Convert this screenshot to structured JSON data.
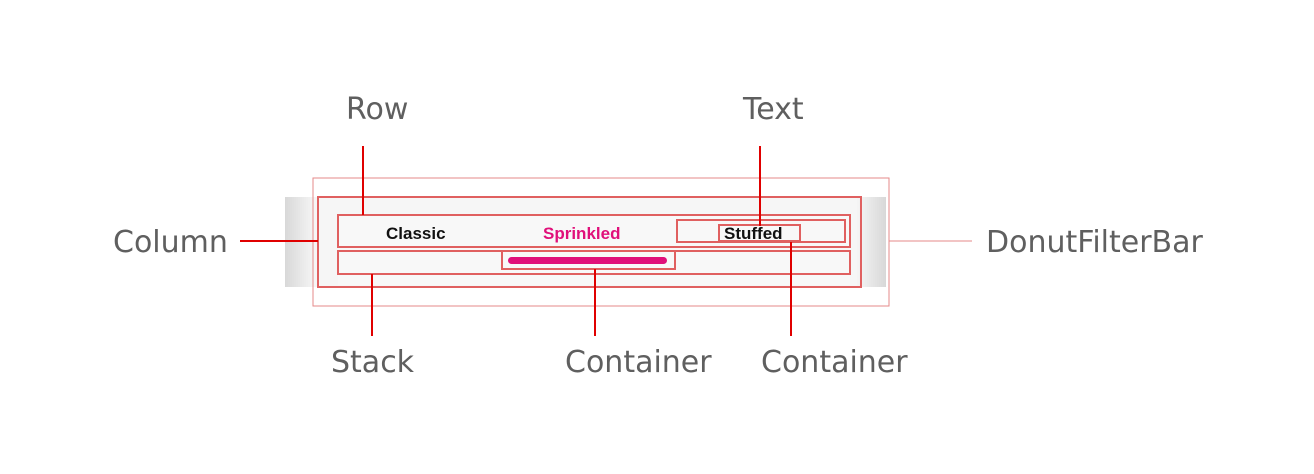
{
  "diagram": {
    "widget": {
      "tabs": [
        {
          "label": "Classic",
          "selected": false
        },
        {
          "label": "Sprinkled",
          "selected": true
        },
        {
          "label": "Stuffed",
          "selected": false
        }
      ]
    },
    "callouts": {
      "row": "Row",
      "text": "Text",
      "column": "Column",
      "donut_filter_bar": "DonutFilterBar",
      "stack": "Stack",
      "container_indicator": "Container",
      "container_tab": "Container"
    },
    "colors": {
      "annotation_red": "#e00000",
      "box_red": "#e06060",
      "selected_pink": "#e0107a",
      "tab_black": "#111111",
      "callout_gray": "#5f5f5f"
    }
  }
}
